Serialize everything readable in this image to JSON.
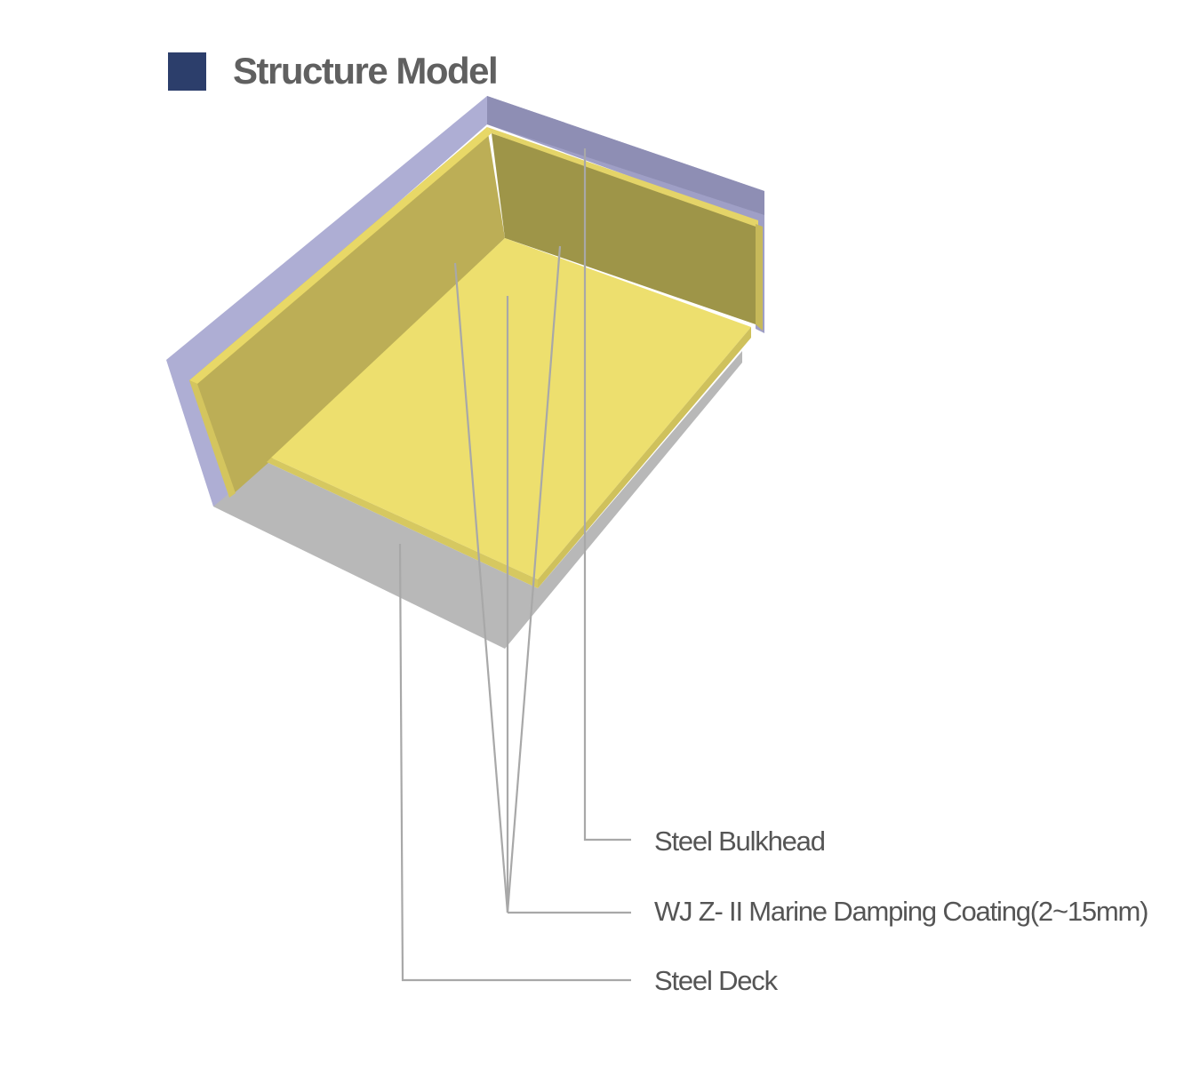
{
  "header": {
    "title": "Structure Model",
    "marker_color": "#2c3e6b"
  },
  "labels": {
    "steel_bulkhead": "Steel Bulkhead",
    "damping_coating": "WJ Z- II Marine Damping Coating(2~15mm)",
    "steel_deck": "Steel Deck"
  },
  "colors": {
    "steel_bulkhead": "#a9a9cf",
    "damping_coating": "#eddf6e",
    "steel_deck": "#b8b8b8",
    "leader_lines": "#a8a8a8",
    "label_text": "#555555"
  }
}
